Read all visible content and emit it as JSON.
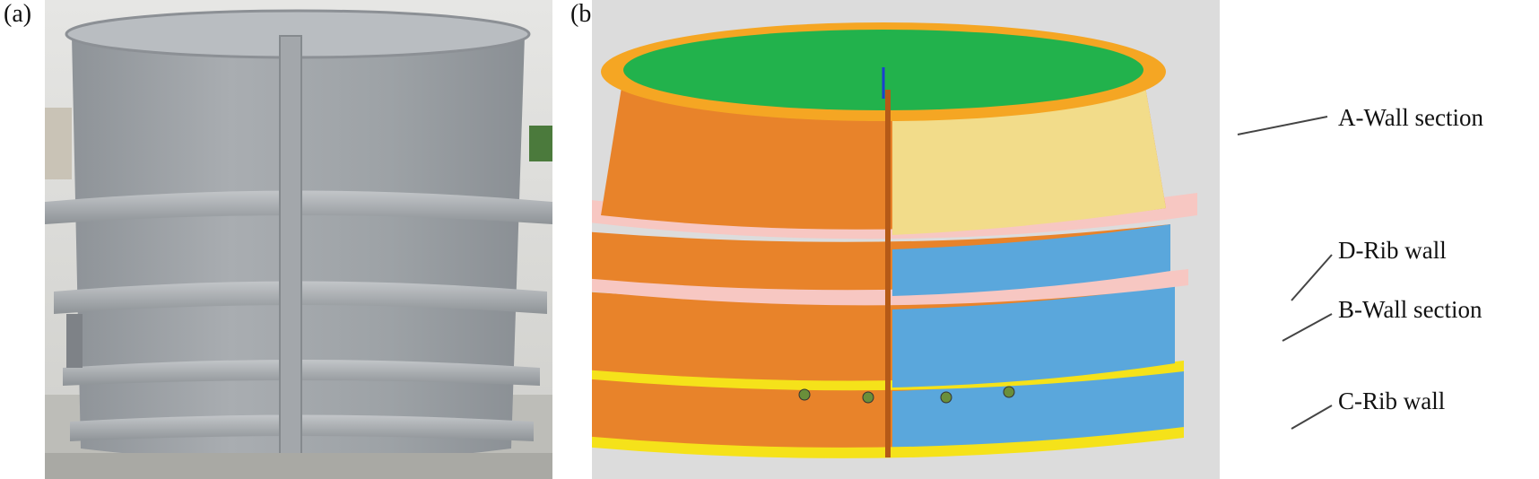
{
  "panels": {
    "a": {
      "label": "(a)"
    },
    "b": {
      "label": "(b)"
    }
  },
  "callouts": {
    "a_wall": "A-Wall section",
    "d_rib": "D-Rib wall",
    "b_wall": "B-Wall section",
    "c_rib": "C-Rib wall"
  },
  "colors": {
    "top_face": "#22b24c",
    "flange": "#f5a623",
    "orange_wall": "#e8832a",
    "a_wall": "#f2dc8a",
    "b_wall": "#5aa7dc",
    "rib_pink": "#f7c7c2",
    "rib_yellow": "#f5e21a",
    "photo_gray": "#9ea3a8",
    "background": "#dcdcdc"
  }
}
